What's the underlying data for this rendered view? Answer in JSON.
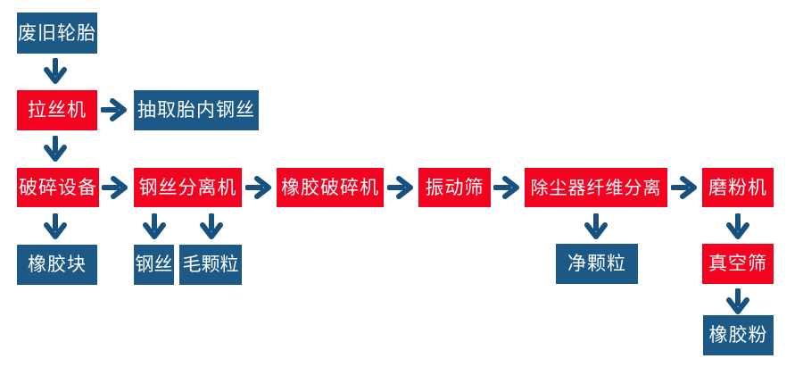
{
  "colors": {
    "box_red": "#F3031F",
    "box_blue": "#1C5987",
    "arrow": "#17517F",
    "background": "#FFFFFF",
    "text": "#FFFFFF"
  },
  "nodes": [
    {
      "id": "waste-tires",
      "label": "废旧轮胎",
      "color": "blue"
    },
    {
      "id": "wire-drawing-machine",
      "label": "拉丝机",
      "color": "red"
    },
    {
      "id": "extract-tire-steel-wire",
      "label": "抽取胎内钢丝",
      "color": "blue"
    },
    {
      "id": "crushing-equipment",
      "label": "破碎设备",
      "color": "red"
    },
    {
      "id": "steel-wire-separator",
      "label": "钢丝分离机",
      "color": "red"
    },
    {
      "id": "rubber-crusher",
      "label": "橡胶破碎机",
      "color": "red"
    },
    {
      "id": "vibrating-screen",
      "label": "振动筛",
      "color": "red"
    },
    {
      "id": "dust-collector-fiber-separation",
      "label": "除尘器纤维分离",
      "color": "red"
    },
    {
      "id": "grinding-mill",
      "label": "磨粉机",
      "color": "red"
    },
    {
      "id": "rubber-blocks",
      "label": "橡胶块",
      "color": "blue"
    },
    {
      "id": "steel-wire",
      "label": "钢丝",
      "color": "blue"
    },
    {
      "id": "coarse-granules",
      "label": "毛颗粒",
      "color": "blue"
    },
    {
      "id": "clean-granules",
      "label": "净颗粒",
      "color": "blue"
    },
    {
      "id": "vacuum-screen",
      "label": "真空筛",
      "color": "red"
    },
    {
      "id": "rubber-powder",
      "label": "橡胶粉",
      "color": "blue"
    }
  ],
  "edges": [
    {
      "from": "waste-tires",
      "to": "wire-drawing-machine",
      "direction": "down"
    },
    {
      "from": "wire-drawing-machine",
      "to": "extract-tire-steel-wire",
      "direction": "right"
    },
    {
      "from": "wire-drawing-machine",
      "to": "crushing-equipment",
      "direction": "down"
    },
    {
      "from": "crushing-equipment",
      "to": "steel-wire-separator",
      "direction": "right"
    },
    {
      "from": "crushing-equipment",
      "to": "rubber-blocks",
      "direction": "down"
    },
    {
      "from": "steel-wire-separator",
      "to": "rubber-crusher",
      "direction": "right"
    },
    {
      "from": "steel-wire-separator",
      "to": "steel-wire",
      "direction": "down"
    },
    {
      "from": "steel-wire-separator",
      "to": "coarse-granules",
      "direction": "down"
    },
    {
      "from": "rubber-crusher",
      "to": "vibrating-screen",
      "direction": "right"
    },
    {
      "from": "vibrating-screen",
      "to": "dust-collector-fiber-separation",
      "direction": "right"
    },
    {
      "from": "dust-collector-fiber-separation",
      "to": "grinding-mill",
      "direction": "right"
    },
    {
      "from": "dust-collector-fiber-separation",
      "to": "clean-granules",
      "direction": "down"
    },
    {
      "from": "grinding-mill",
      "to": "vacuum-screen",
      "direction": "down"
    },
    {
      "from": "vacuum-screen",
      "to": "rubber-powder",
      "direction": "down"
    }
  ]
}
